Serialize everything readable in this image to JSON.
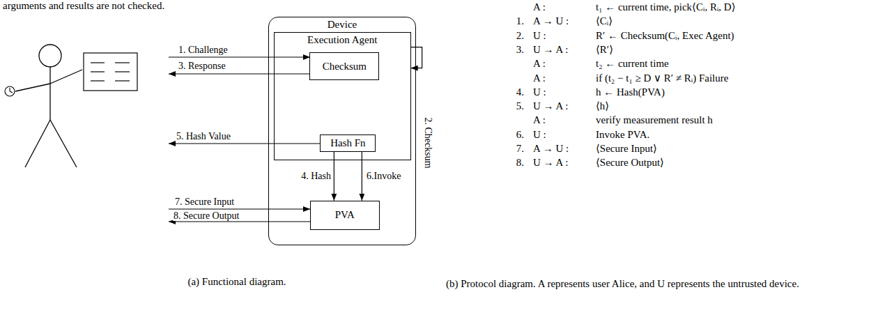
{
  "diagram": {
    "nodes": [
      {
        "text": [
          "Device"
        ]
      },
      {
        "text": [
          "Execution Agent"
        ],
        "in": 0
      },
      {
        "text": [
          "Checksum"
        ],
        "in": 1
      },
      {
        "text": [
          "Hash Fn"
        ],
        "in": 1
      },
      {
        "text": [
          "PVA"
        ],
        "in": 0
      }
    ],
    "edges": [
      {
        "from": 1,
        "to": 1,
        "label": "2. Checksum",
        "arrow": "to"
      },
      {
        "from": 3,
        "to": 4,
        "label": "4. Hash",
        "arrow": "to"
      },
      {
        "from": 3,
        "to": 4,
        "label": "6.Invoke",
        "arrow": "to"
      }
    ],
    "labels": [
      "arguments and results are not checked.",
      "1. Challenge",
      "3. Response",
      "5. Hash Value",
      "7. Secure Input",
      "8. Secure Output",
      "(a) Functional diagram.",
      "(b) Protocol diagram. A represents user Alice, and U represents the untrusted device.",
      "A :",
      "t₁ ← current time, pick⟨Cᵢ, Rᵢ, D⟩",
      "1.",
      "A → U :",
      "⟨Cᵢ⟩",
      "2.",
      "U :",
      "R′ ← Checksum(Cᵢ, Exec Agent)",
      "3.",
      "U → A :",
      "⟨R′⟩",
      "A :",
      "t₂ ← current time",
      "A :",
      "if (t₂ − t₁ ≥ D ∨ R′ ≠ Rᵢ) Failure",
      "4.",
      "U :",
      "h ← Hash(PVA)",
      "5.",
      "U → A :",
      "⟨h⟩",
      "A :",
      "verify measurement result h",
      "6.",
      "U :",
      "Invoke PVA.",
      "7.",
      "A → U :",
      "⟨Secure Input⟩",
      "8.",
      "U → A :",
      "⟨Secure Output⟩"
    ]
  }
}
